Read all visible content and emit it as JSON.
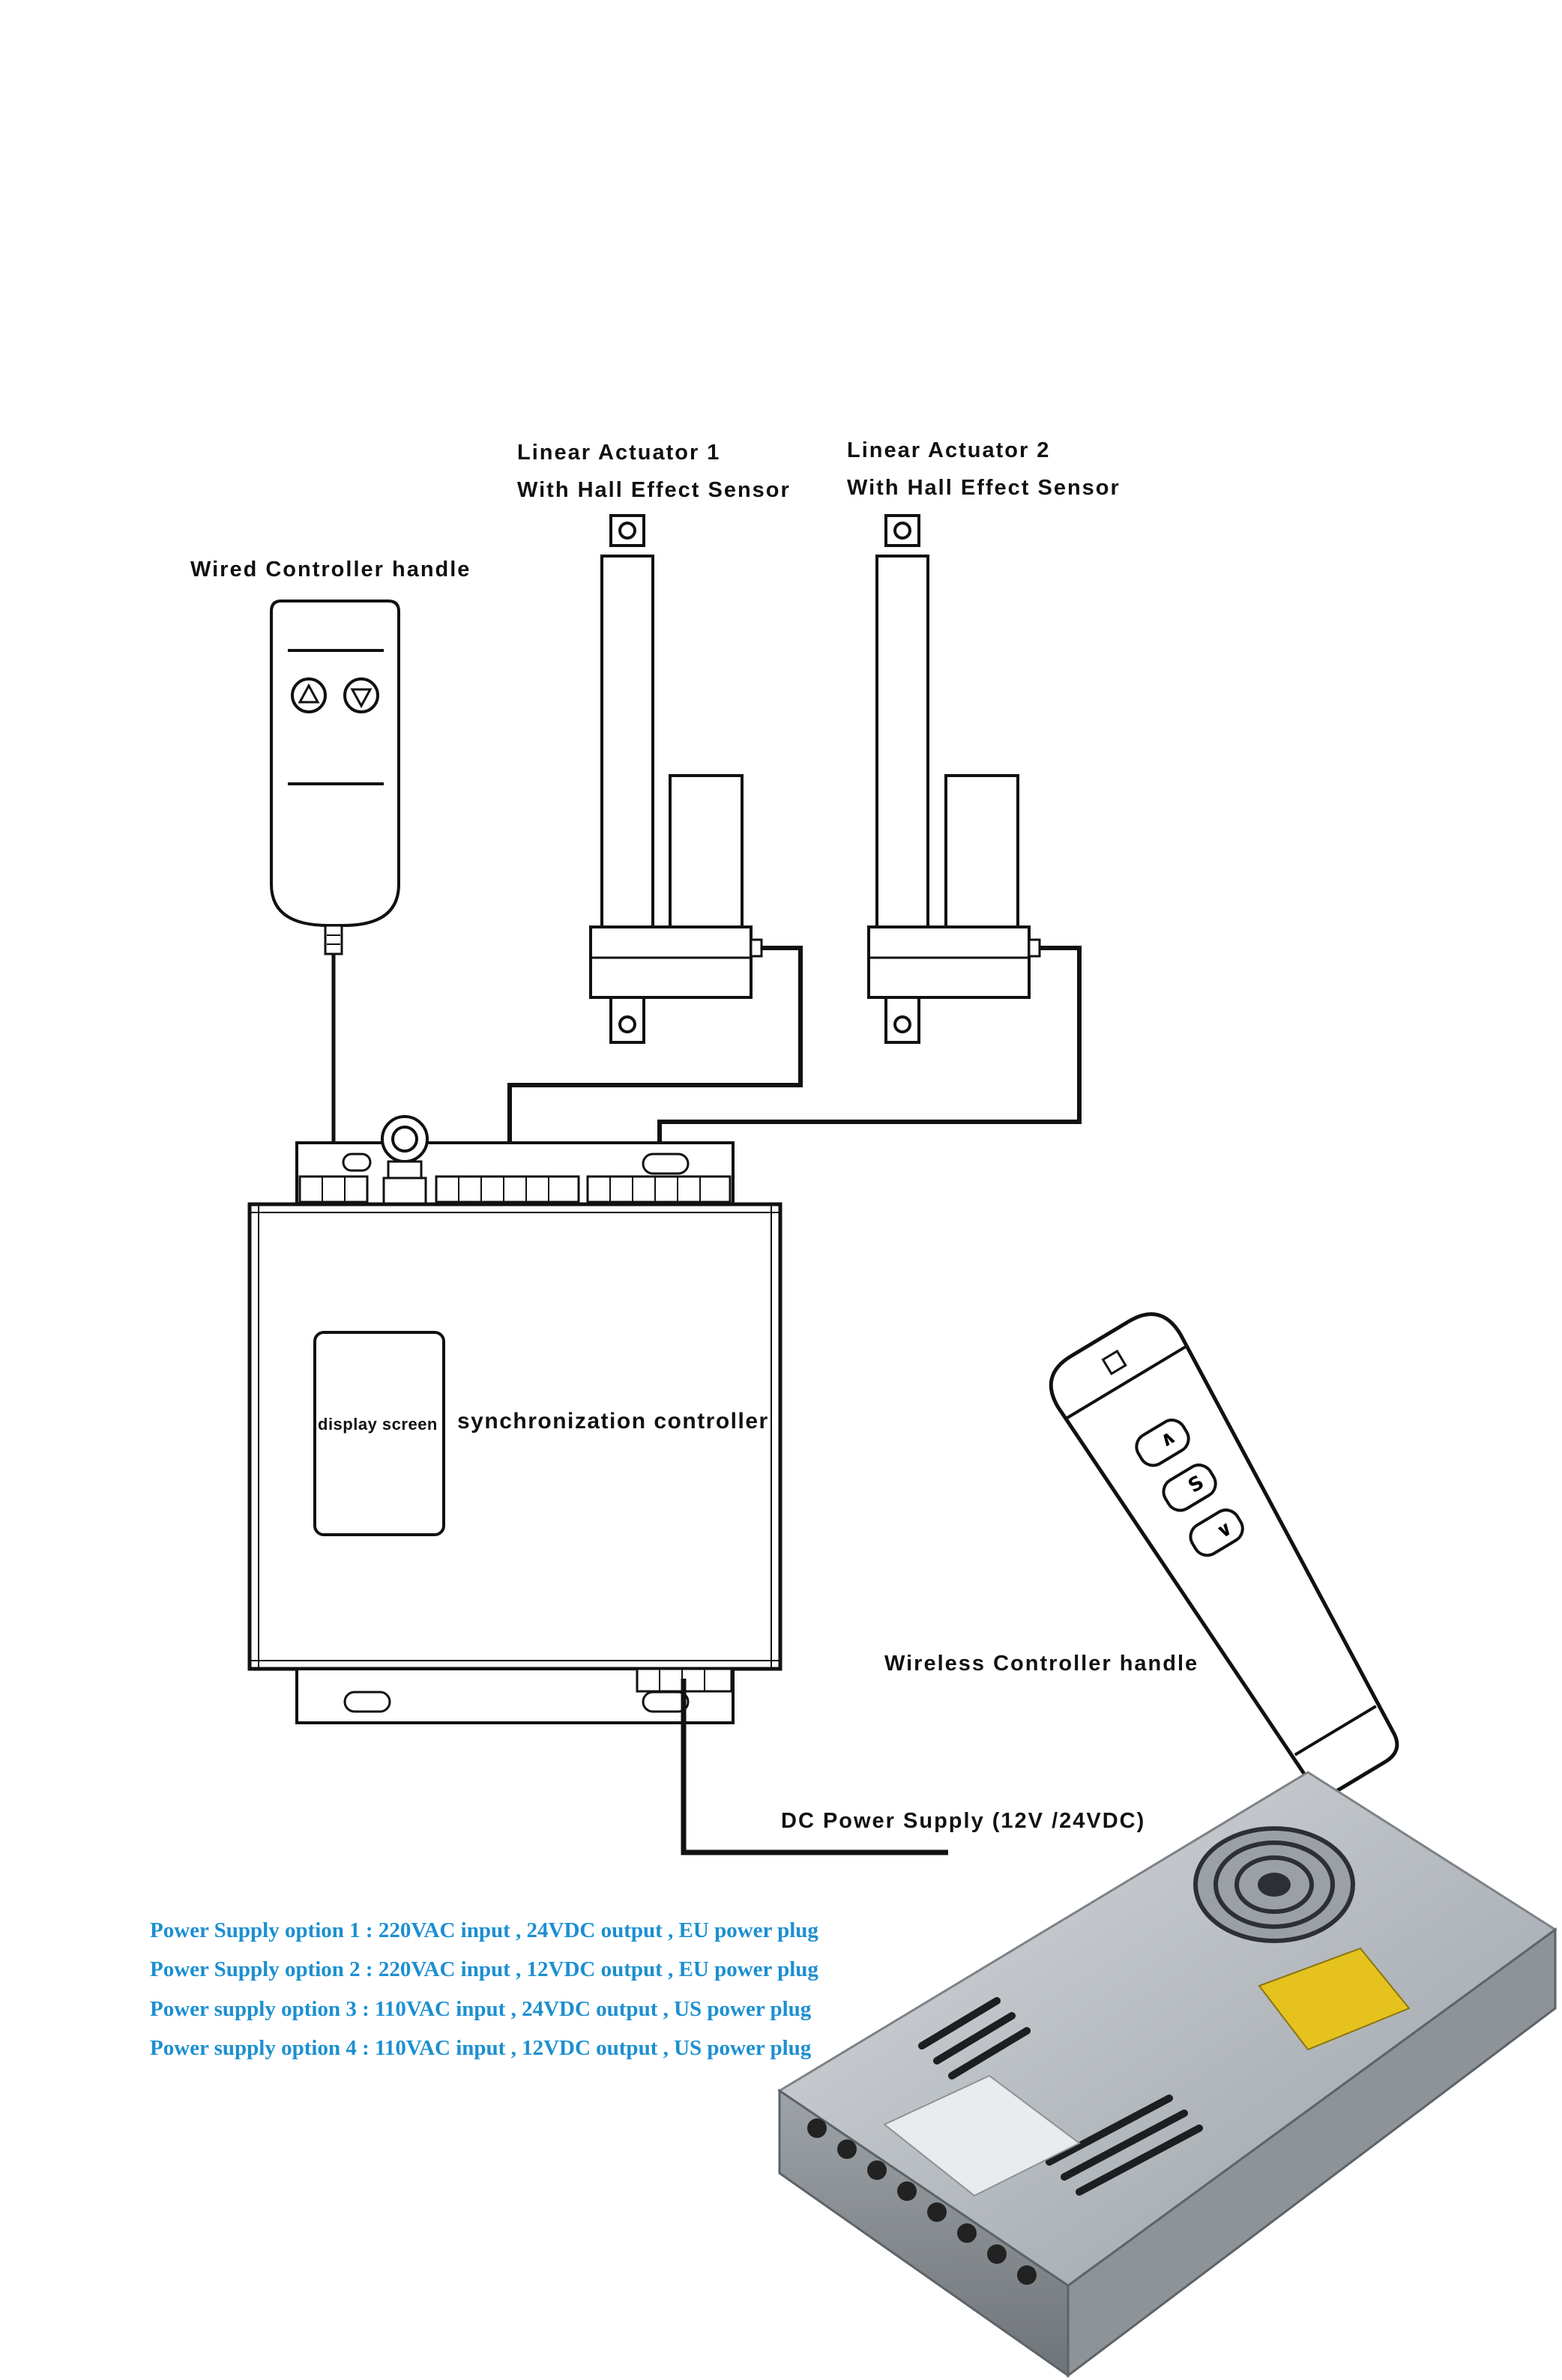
{
  "labels": {
    "actuator1_line1": "Linear Actuator 1",
    "actuator1_line2": "With Hall Effect Sensor",
    "actuator2_line1": "Linear Actuator 2",
    "actuator2_line2": "With Hall Effect Sensor",
    "wired_handle": "Wired Controller handle",
    "display_screen": "display screen",
    "controller": "synchronization controller",
    "wireless_handle": "Wireless Controller handle",
    "dc_power": "DC Power Supply (12V /24VDC)"
  },
  "remote_buttons": {
    "up": "∧",
    "stop": "S",
    "down": "∨"
  },
  "wired_buttons": {
    "up": "△",
    "down": "▽"
  },
  "power_options": [
    "Power Supply option 1  : 220VAC input , 24VDC output ,  EU power plug",
    "Power Supply option 2  : 220VAC input , 12VDC output , EU power plug",
    "Power supply option 3  : 110VAC input , 24VDC output , US power plug",
    "Power supply option 4  : 110VAC input , 12VDC output , US power plug"
  ],
  "colors": {
    "option_text": "#1c8fd0",
    "line": "#111111"
  }
}
